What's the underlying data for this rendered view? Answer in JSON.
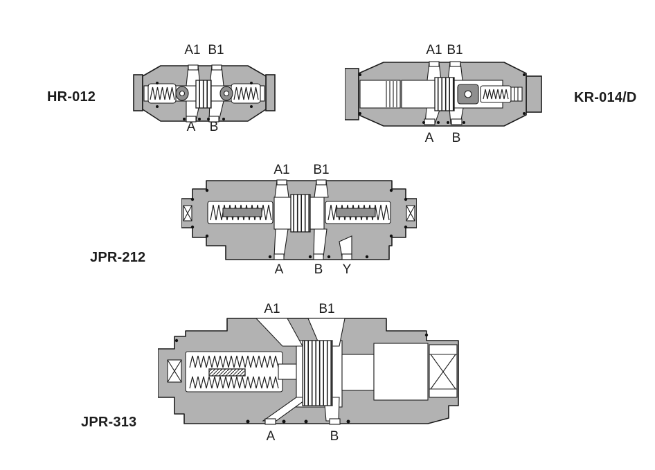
{
  "page": {
    "background": "#ffffff",
    "description": "Sectional drawings of four hydraulic valve models"
  },
  "colors": {
    "body_gray": "#b2b2b2",
    "detail_gray": "#8f8f8f",
    "outline": "#1c1c1c",
    "cavity_white": "#ffffff",
    "text": "#1c1c1c"
  },
  "valves": [
    {
      "id": "hr-012",
      "label": "HR-012",
      "top_ports": [
        "A1",
        "B1"
      ],
      "bottom_ports": [
        "A",
        "B"
      ]
    },
    {
      "id": "kr-014d",
      "label": "KR-014/D",
      "top_ports": [
        "A1",
        "B1"
      ],
      "bottom_ports": [
        "A",
        "B"
      ]
    },
    {
      "id": "jpr-212",
      "label": "JPR-212",
      "top_ports": [
        "A1",
        "B1"
      ],
      "bottom_ports": [
        "A",
        "B",
        "Y"
      ]
    },
    {
      "id": "jpr-313",
      "label": "JPR-313",
      "top_ports": [
        "A1",
        "B1"
      ],
      "bottom_ports": [
        "A",
        "B"
      ]
    }
  ]
}
